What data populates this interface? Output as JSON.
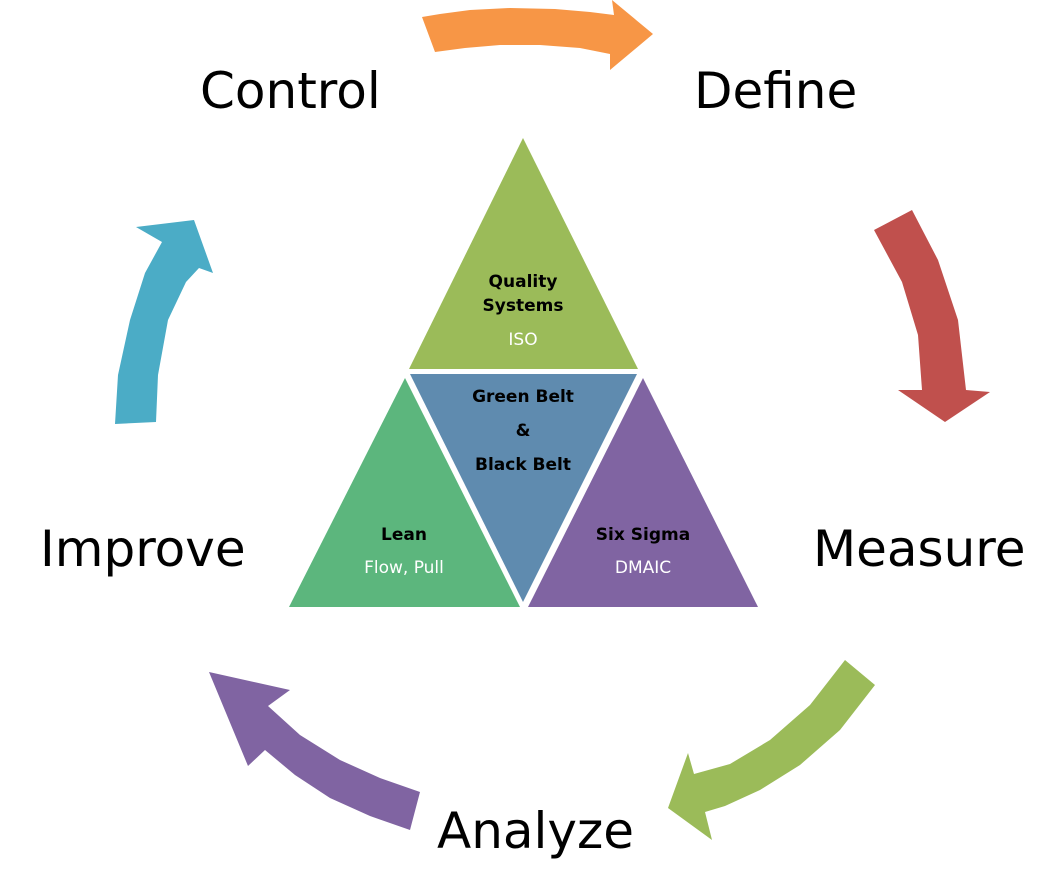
{
  "phases": {
    "control": "Control",
    "define": "Define",
    "measure": "Measure",
    "analyze": "Analyze",
    "improve": "Improve"
  },
  "triangles": {
    "quality": {
      "title_line1": "Quality",
      "title_line2": "Systems",
      "subtitle": "ISO"
    },
    "belts": {
      "line1": "Green Belt",
      "line2": "&",
      "line3": "Black Belt"
    },
    "lean": {
      "title": "Lean",
      "subtitle": "Flow, Pull"
    },
    "six_sigma": {
      "title": "Six Sigma",
      "subtitle": "DMAIC"
    }
  },
  "colors": {
    "arrow_control_define": "#F79646",
    "arrow_define_measure": "#C0504D",
    "arrow_measure_analyze": "#9BBB59",
    "arrow_analyze_improve": "#8064A2",
    "arrow_improve_control": "#4BACC6",
    "quality_triangle": "#9BBB59",
    "belts_triangle": "#5F8BAF",
    "lean_triangle": "#5CB67D",
    "six_sigma_triangle": "#8064A2"
  }
}
